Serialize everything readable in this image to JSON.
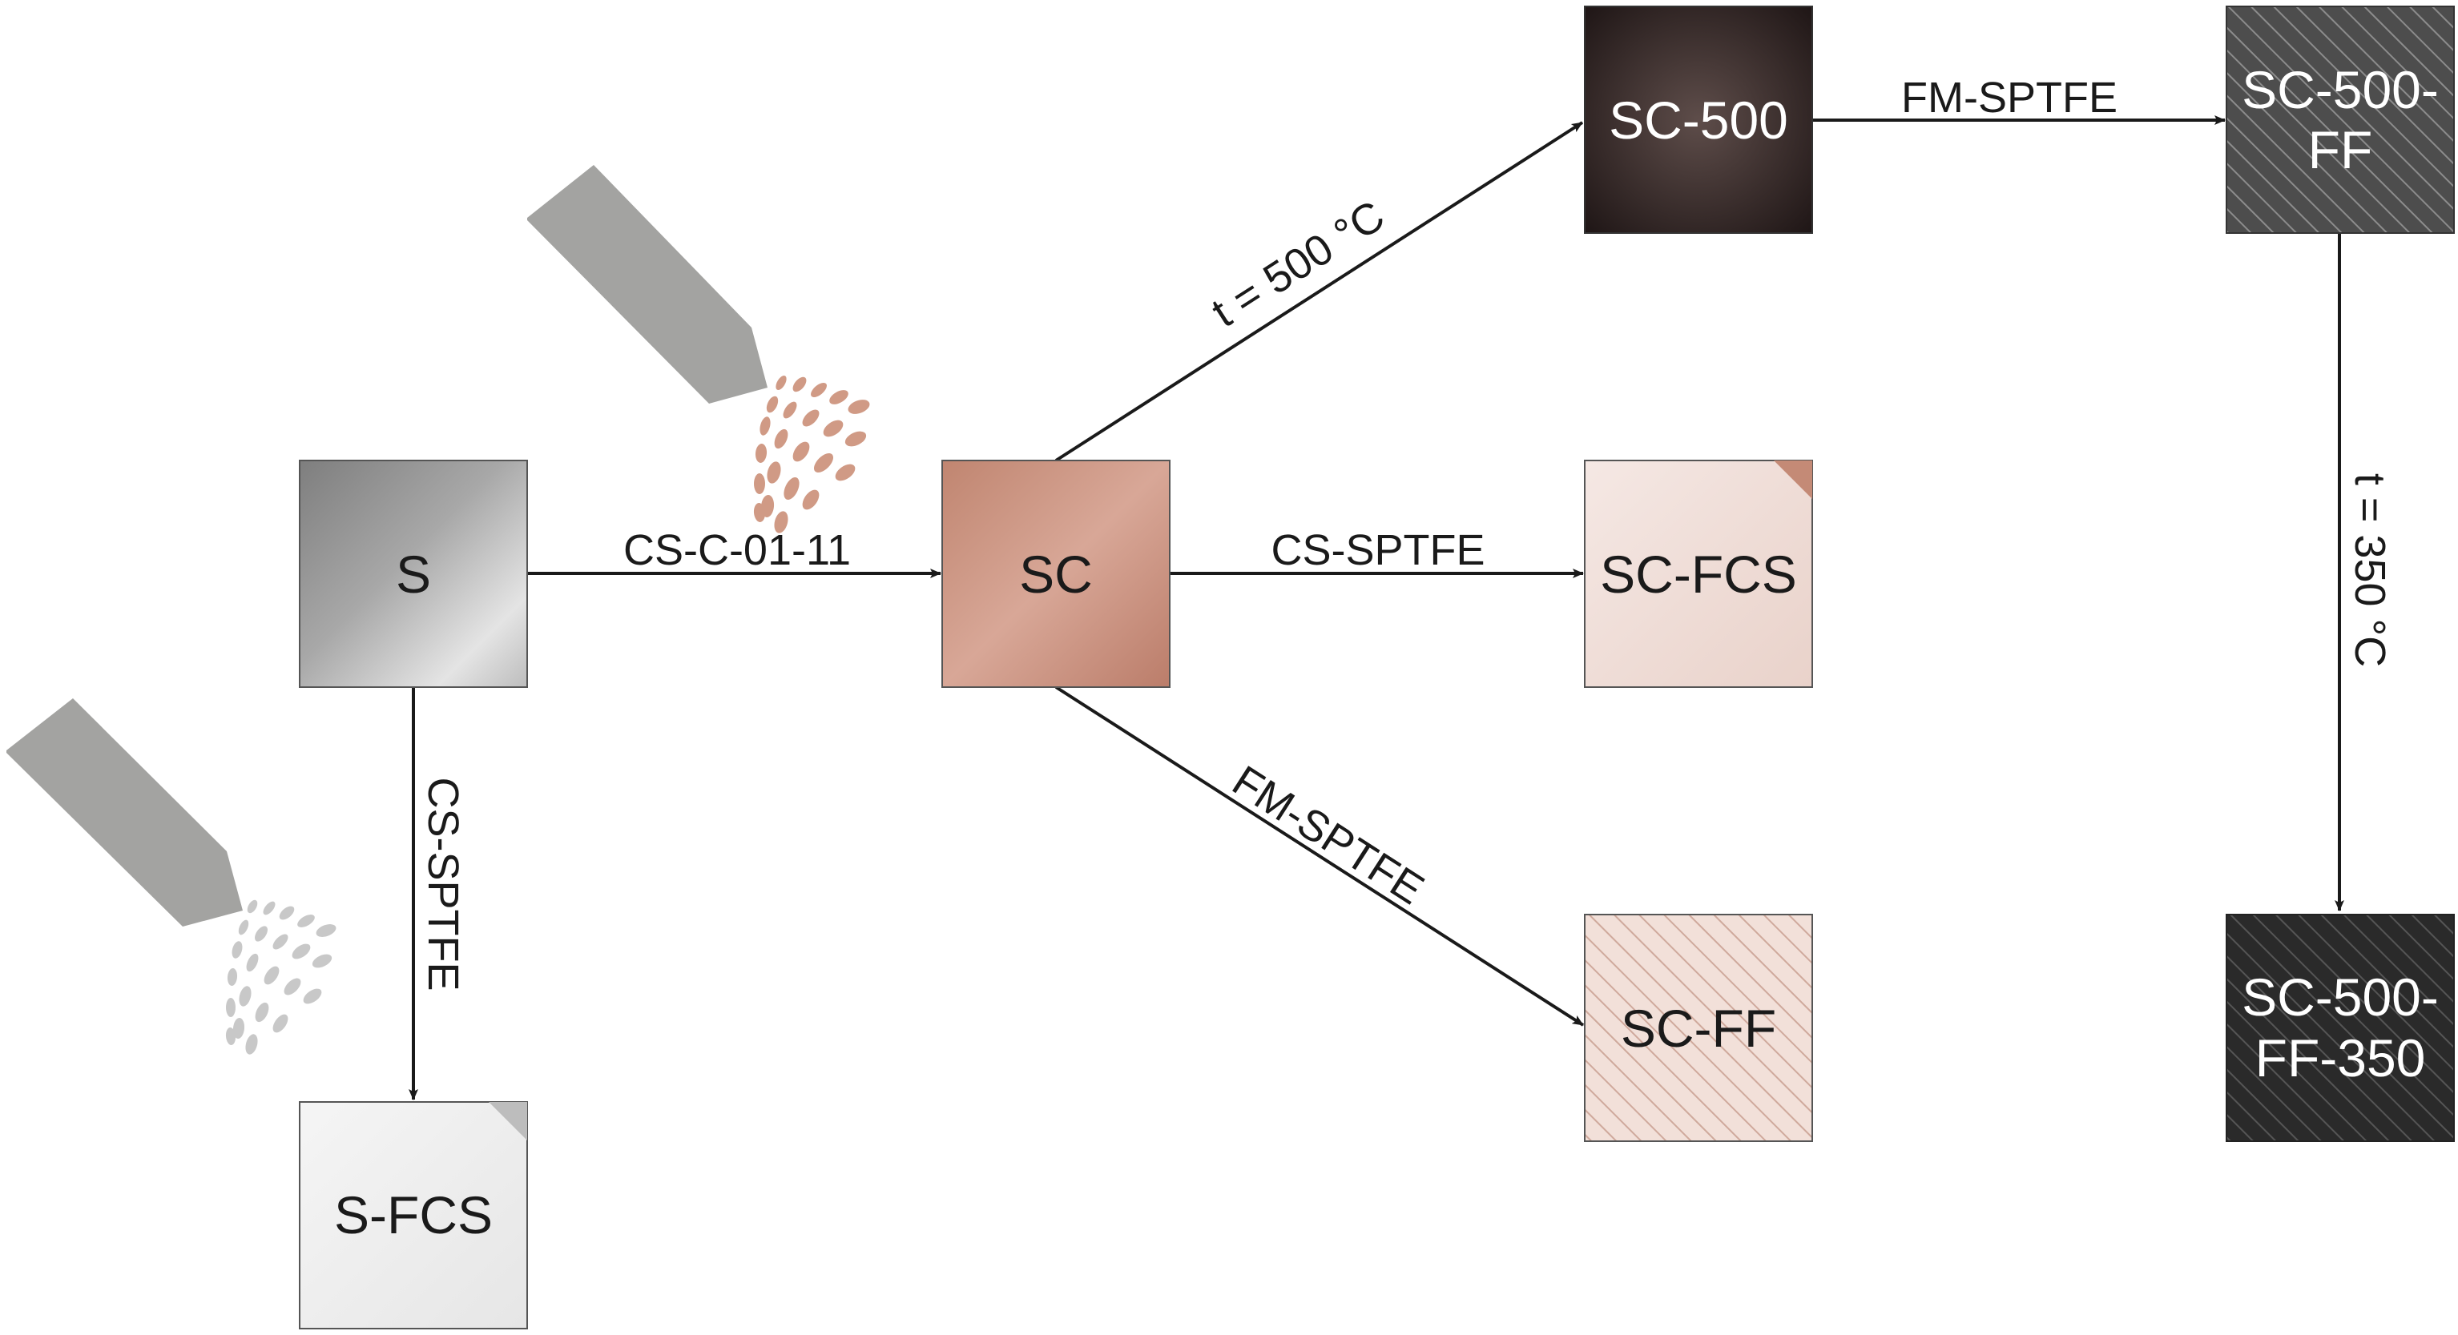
{
  "diagram": {
    "nodes": {
      "s": {
        "label": "S"
      },
      "s_fcs": {
        "label": "S-FCS"
      },
      "sc": {
        "label": "SC"
      },
      "sc_500": {
        "label": "SC-500"
      },
      "sc_fcs": {
        "label": "SC-FCS"
      },
      "sc_ff": {
        "label": "SC-FF"
      },
      "sc_500_ff": {
        "line1": "SC-500-",
        "line2": "FF"
      },
      "sc_500_ff_350": {
        "line1": "SC-500-",
        "line2": "FF-350"
      }
    },
    "edges": {
      "s_to_sc": "CS-C-01-11",
      "s_to_s_fcs": "CS-SPTFE",
      "sc_to_sc_500": "t = 500 °C",
      "sc_to_sc_fcs": "CS-SPTFE",
      "sc_to_sc_ff": "FM-SPTFE",
      "sc_500_to_sc_500_ff": "FM-SPTFE",
      "sc_500_ff_to_350": "t = 350 °C"
    },
    "icons": {
      "copper_spray": "spray-nozzle-icon",
      "ptfe_spray": "spray-nozzle-icon"
    },
    "colors": {
      "steel": "#9a9a9a",
      "copper": "#c98f7c",
      "oxidized": "#3a2d2b",
      "ptfe_light": "#f1e1dc",
      "ptfe_dark": "#4a4a4a",
      "nozzle": "#a3a3a1",
      "copper_drops": "#d09a85",
      "ptfe_drops": "#c8c8c8"
    }
  }
}
